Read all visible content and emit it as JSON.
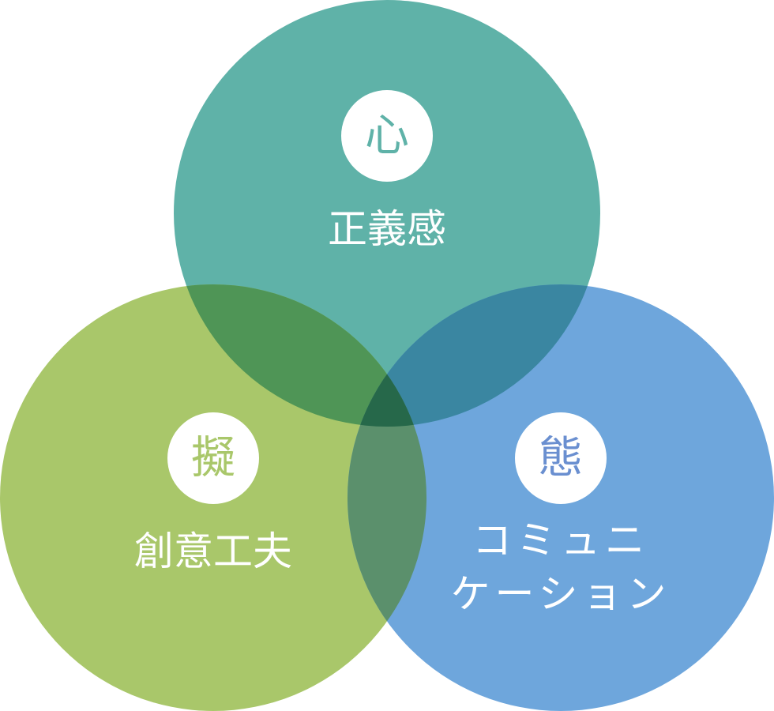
{
  "circles": [
    {
      "id": "heart",
      "badge": "心",
      "label_lines": [
        "正義感"
      ],
      "color": "#5fb2a8",
      "badge_color": "#5fb2a8"
    },
    {
      "id": "skill",
      "badge": "擬",
      "label_lines": [
        "創意工夫"
      ],
      "color": "#a9c76a",
      "badge_color": "#a9c76a"
    },
    {
      "id": "attitude",
      "badge": "態",
      "label_lines": [
        "コミュニ",
        "ケーション"
      ],
      "color": "#6ea6dc",
      "badge_color": "#6a8fd0"
    }
  ],
  "overlap_colors": {
    "heart_skill": "#4f9556",
    "heart_attitude": "#3a86a1",
    "skill_attitude": "#5b906c",
    "all_three": "#26684a"
  }
}
